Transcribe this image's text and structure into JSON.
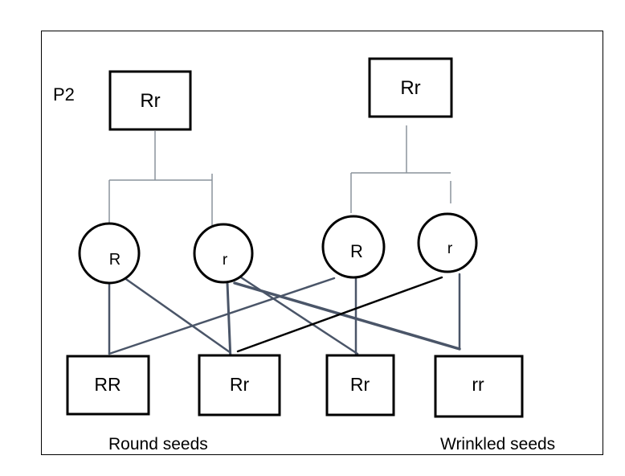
{
  "generation_label": "P2",
  "parents": [
    {
      "genotype": "Rr"
    },
    {
      "genotype": "Rr"
    }
  ],
  "gametes": [
    {
      "allele": "R"
    },
    {
      "allele": "r"
    },
    {
      "allele": "R"
    },
    {
      "allele": "r"
    }
  ],
  "offspring": [
    {
      "genotype": "RR"
    },
    {
      "genotype": "Rr"
    },
    {
      "genotype": "Rr"
    },
    {
      "genotype": "rr"
    }
  ],
  "phenotype_labels": {
    "round": "Round seeds",
    "wrinkled": "Wrinkled seeds"
  },
  "colors": {
    "connector": "#8a939c",
    "cross_line": "#4a5568",
    "highlight_line": "#000000"
  }
}
